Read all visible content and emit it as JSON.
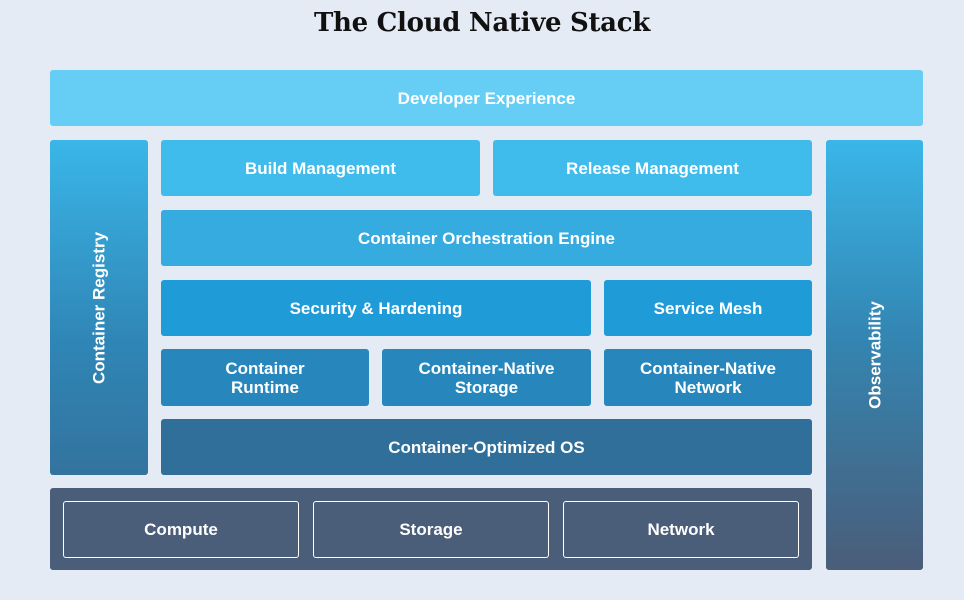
{
  "title": "The Cloud Native Stack",
  "colors": {
    "background": "#e5ebf4",
    "developer_experience": "#66cdf4",
    "management": "#3fbbec",
    "orchestration": "#35abe0",
    "security": "#1f9bd7",
    "runtime_layer": "#2787bd",
    "os_layer": "#306f99",
    "infrastructure": "#4a5d79"
  },
  "layers": {
    "developer_experience": "Developer Experience",
    "container_registry": "Container Registry",
    "observability": "Observability",
    "build_management": "Build Management",
    "release_management": "Release Management",
    "orchestration": "Container Orchestration Engine",
    "security": "Security & Hardening",
    "service_mesh": "Service Mesh",
    "runtime": "Container\nRuntime",
    "storage_native": "Container-Native\nStorage",
    "network_native": "Container-Native\nNetwork",
    "os": "Container-Optimized OS"
  },
  "infrastructure": {
    "compute": "Compute",
    "storage": "Storage",
    "network": "Network"
  }
}
